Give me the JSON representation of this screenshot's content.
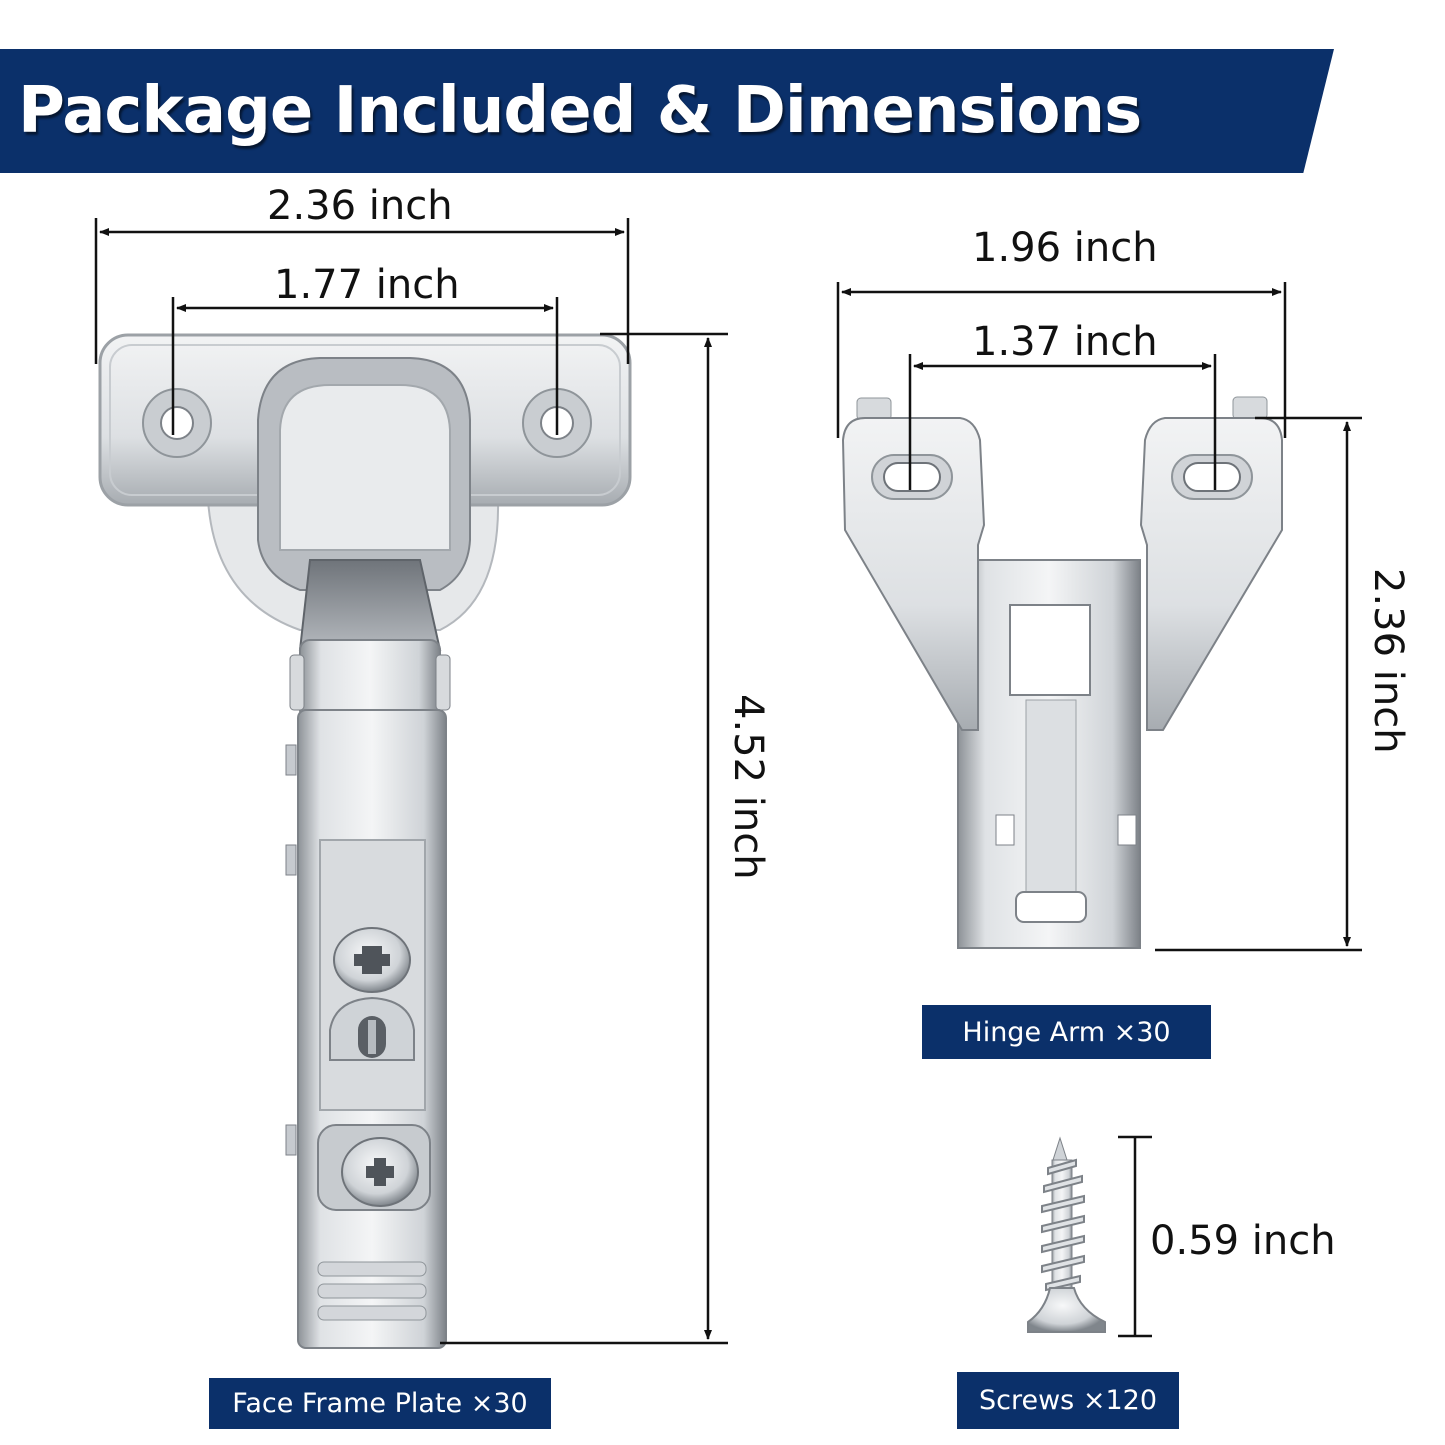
{
  "header": {
    "title": "Package Included & Dimensions",
    "accent_color": "#0b306a"
  },
  "products": [
    {
      "name": "Face Frame Plate",
      "quantity_label": "Face Frame Plate ×30",
      "quantity": 30,
      "dimensions": {
        "overall_width": "2.36 inch",
        "hole_spacing": "1.77 inch",
        "overall_length": "4.52 inch"
      }
    },
    {
      "name": "Hinge Arm",
      "quantity_label": "Hinge Arm ×30",
      "quantity": 30,
      "dimensions": {
        "overall_width": "1.96 inch",
        "hole_spacing": "1.37 inch",
        "overall_length": "2.36 inch"
      }
    },
    {
      "name": "Screws",
      "quantity_label": "Screws ×120",
      "quantity": 120,
      "dimensions": {
        "length": "0.59 inch"
      }
    }
  ],
  "colors": {
    "banner": "#0b306a",
    "text": "#111111",
    "metal_light": "#eceef0",
    "metal_mid": "#b9bdc2",
    "metal_dark": "#6e7379"
  }
}
